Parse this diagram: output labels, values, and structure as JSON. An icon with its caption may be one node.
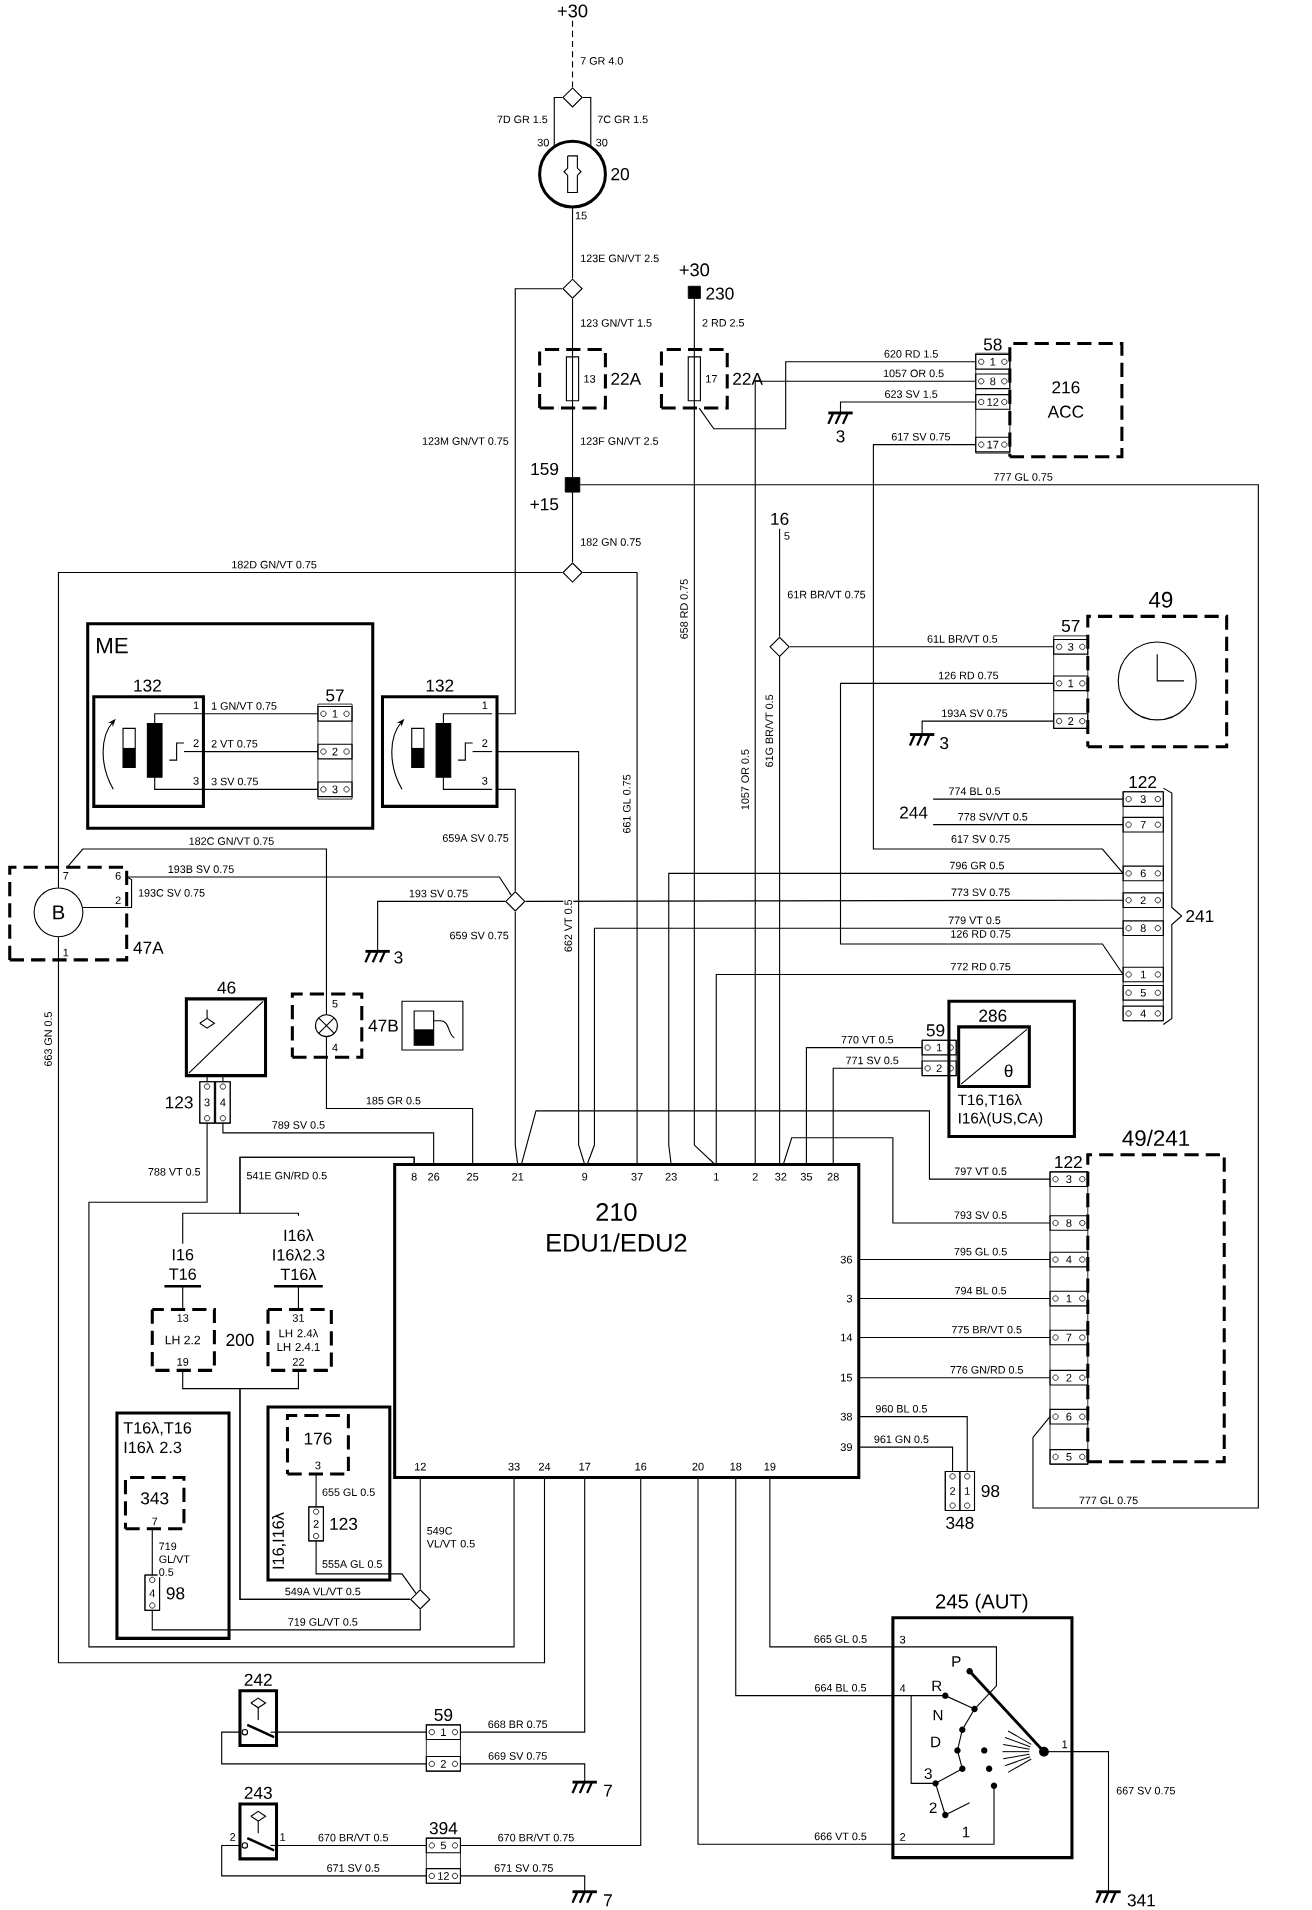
{
  "diagram": {
    "nodes": [
      {
        "text": [
          "+30"
        ]
      },
      {
        "text": [],
        "shape": "diamond"
      },
      {
        "text": [
          "20"
        ]
      },
      {
        "text": [],
        "shape": "diamond"
      },
      {
        "text": [
          "13",
          "22A"
        ]
      },
      {
        "text": [
          "+30",
          "230"
        ]
      },
      {
        "text": [
          "17",
          "22A"
        ]
      },
      {
        "text": [
          "159",
          "+15"
        ]
      },
      {
        "text": [
          "58"
        ]
      },
      {
        "text": [
          "216",
          "ACC"
        ]
      },
      {
        "text": [
          "3"
        ]
      },
      {
        "text": [],
        "shape": "diamond"
      },
      {
        "text": [
          "ME"
        ]
      },
      {
        "text": [
          "132"
        ],
        "in": 12
      },
      {
        "text": [
          "57"
        ],
        "in": 12
      },
      {
        "text": [
          "132"
        ]
      },
      {
        "text": [
          "B",
          "47A"
        ]
      },
      {
        "text": [],
        "shape": "diamond"
      },
      {
        "text": [
          "3"
        ]
      },
      {
        "text": [
          "46"
        ]
      },
      {
        "text": [
          "123"
        ]
      },
      {
        "text": [
          "47B"
        ]
      },
      {
        "text": [
          "210",
          "EDU1/EDU2"
        ]
      },
      {
        "text": [
          "16"
        ]
      },
      {
        "text": [],
        "shape": "diamond"
      },
      {
        "text": [
          "49"
        ]
      },
      {
        "text": [
          "57"
        ]
      },
      {
        "text": [
          "3"
        ]
      },
      {
        "text": [
          "244"
        ]
      },
      {
        "text": [
          "122"
        ]
      },
      {
        "text": [
          "T16,T16λ I16λ(US,CA)"
        ]
      },
      {
        "text": [
          "286",
          "θ"
        ],
        "in": 30
      },
      {
        "text": [
          "59"
        ]
      },
      {
        "text": [
          "49/241"
        ]
      },
      {
        "text": [
          "122"
        ]
      },
      {
        "text": [
          "98",
          "348"
        ]
      },
      {
        "text": [
          "I16 T16",
          "LH 2.2"
        ]
      },
      {
        "text": [
          "I16λ I16λ2.3 T16λ",
          "LH 2.4λ LH 2.4.1"
        ]
      },
      {
        "text": [
          "T16λ,T16 I16λ 2.3"
        ]
      },
      {
        "text": [
          "343"
        ],
        "in": 38
      },
      {
        "text": [
          "98"
        ],
        "in": 38
      },
      {
        "text": [
          "I16,I16λ"
        ]
      },
      {
        "text": [
          "176"
        ],
        "in": 41
      },
      {
        "text": [
          "123"
        ],
        "in": 41
      },
      {
        "text": [],
        "shape": "diamond"
      },
      {
        "text": [
          "242"
        ]
      },
      {
        "text": [
          "59"
        ]
      },
      {
        "text": [
          "7"
        ]
      },
      {
        "text": [
          "243"
        ]
      },
      {
        "text": [
          "394"
        ]
      },
      {
        "text": [
          "7"
        ]
      },
      {
        "text": [
          "245 (AUT)"
        ]
      },
      {
        "text": [
          "341"
        ]
      }
    ],
    "edges": [
      {
        "from": 0,
        "to": 1,
        "arrow": "none",
        "label": "7 GR 4.0",
        "style": "dashed"
      },
      {
        "from": 1,
        "to": 2,
        "arrow": "none",
        "label": "7D GR 1.5"
      },
      {
        "from": 1,
        "to": 2,
        "arrow": "none",
        "label": "7C GR 1.5"
      },
      {
        "from": 2,
        "to": 3,
        "arrow": "none",
        "label": "123E GN/VT 2.5"
      },
      {
        "from": 3,
        "to": 4,
        "arrow": "none",
        "label": "123 GN/VT 1.5"
      },
      {
        "from": 4,
        "to": 7,
        "arrow": "none",
        "label": "123F GN/VT 2.5"
      },
      {
        "from": 5,
        "to": 6,
        "arrow": "none",
        "label": "2 RD 2.5"
      },
      {
        "from": 6,
        "to": 8,
        "arrow": "none",
        "label": "620 RD 1.5"
      },
      {
        "from": 8,
        "to": 22,
        "arrow": "none",
        "label": "1057 OR 0.5"
      },
      {
        "from": 8,
        "to": 10,
        "arrow": "none",
        "label": "623 SV 1.5"
      },
      {
        "from": 8,
        "to": 29,
        "arrow": "none",
        "label": "617 SV 0.75"
      },
      {
        "from": 7,
        "to": 34,
        "arrow": "none",
        "label": "777 GL 0.75"
      },
      {
        "from": 7,
        "to": 11,
        "arrow": "none",
        "label": "182 GN 0.75"
      },
      {
        "from": 3,
        "to": 15,
        "arrow": "none",
        "label": "123M GN/VT 0.75"
      },
      {
        "from": 11,
        "to": 16,
        "arrow": "none",
        "label": "182D GN/VT 0.75"
      },
      {
        "from": 11,
        "to": 22,
        "arrow": "none",
        "label": "661 GL 0.75"
      },
      {
        "from": 6,
        "to": 22,
        "arrow": "none",
        "label": "658 RD 0.75"
      },
      {
        "from": 23,
        "to": 24,
        "arrow": "none",
        "label": "61R BR/VT 0.75"
      },
      {
        "from": 24,
        "to": 26,
        "arrow": "none",
        "label": "61L BR/VT 0.5"
      },
      {
        "from": 24,
        "to": 22,
        "arrow": "none",
        "label": "61G BR/VT 0.5"
      },
      {
        "from": 26,
        "to": 29,
        "arrow": "none",
        "label": "126 RD 0.75"
      },
      {
        "from": 26,
        "to": 27,
        "arrow": "none",
        "label": "193A SV 0.75"
      },
      {
        "from": 13,
        "to": 14,
        "arrow": "none",
        "label": "1 GN/VT 0.75"
      },
      {
        "from": 13,
        "to": 14,
        "arrow": "none",
        "label": "2 VT 0.75"
      },
      {
        "from": 13,
        "to": 14,
        "arrow": "none",
        "label": "3 SV 0.75"
      },
      {
        "from": 15,
        "to": 22,
        "arrow": "none",
        "label": "662 VT 0.5"
      },
      {
        "from": 15,
        "to": 17,
        "arrow": "none",
        "label": "659A SV 0.75"
      },
      {
        "from": 16,
        "to": 21,
        "arrow": "none",
        "label": "182C GN/VT 0.75"
      },
      {
        "from": 16,
        "to": 17,
        "arrow": "none",
        "label": "193B SV 0.75"
      },
      {
        "from": 16,
        "to": 16,
        "arrow": "none",
        "label": "193C SV 0.75"
      },
      {
        "from": 17,
        "to": 18,
        "arrow": "none",
        "label": "193 SV 0.75"
      },
      {
        "from": 17,
        "to": 29,
        "arrow": "none",
        "label": "773 SV 0.75"
      },
      {
        "from": 17,
        "to": 22,
        "arrow": "none",
        "label": "659 SV 0.75"
      },
      {
        "from": 16,
        "to": 22,
        "arrow": "none",
        "label": "663 GN 0.5"
      },
      {
        "from": 28,
        "to": 29,
        "arrow": "none",
        "label": "774 BL 0.5"
      },
      {
        "from": 28,
        "to": 29,
        "arrow": "none",
        "label": "778 SV/VT 0.5"
      },
      {
        "from": 29,
        "to": 22,
        "arrow": "none",
        "label": "796 GR 0.5"
      },
      {
        "from": 29,
        "to": 22,
        "arrow": "none",
        "label": "779 VT 0.5"
      },
      {
        "from": 29,
        "to": 22,
        "arrow": "none",
        "label": "772 RD 0.75"
      },
      {
        "from": 32,
        "to": 22,
        "arrow": "none",
        "label": "770 VT 0.5"
      },
      {
        "from": 32,
        "to": 22,
        "arrow": "none",
        "label": "771 SV 0.5"
      },
      {
        "from": 34,
        "to": 22,
        "arrow": "none",
        "label": "797 VT 0.5"
      },
      {
        "from": 34,
        "to": 22,
        "arrow": "none",
        "label": "793 SV 0.5"
      },
      {
        "from": 22,
        "to": 34,
        "arrow": "none",
        "label": "795 GL 0.5"
      },
      {
        "from": 22,
        "to": 34,
        "arrow": "none",
        "label": "794 BL 0.5"
      },
      {
        "from": 22,
        "to": 34,
        "arrow": "none",
        "label": "775 BR/VT 0.5"
      },
      {
        "from": 22,
        "to": 34,
        "arrow": "none",
        "label": "776 GN/RD 0.5"
      },
      {
        "from": 22,
        "to": 35,
        "arrow": "none",
        "label": "960 BL 0.5"
      },
      {
        "from": 22,
        "to": 35,
        "arrow": "none",
        "label": "961 GN 0.5"
      },
      {
        "from": 19,
        "to": 20,
        "arrow": "none"
      },
      {
        "from": 19,
        "to": 20,
        "arrow": "none"
      },
      {
        "from": 21,
        "to": 22,
        "arrow": "none",
        "label": "185 GR 0.5"
      },
      {
        "from": 20,
        "to": 22,
        "arrow": "none",
        "label": "789 SV 0.5"
      },
      {
        "from": 20,
        "to": 22,
        "arrow": "none",
        "label": "788 VT 0.5"
      },
      {
        "from": 22,
        "to": 36,
        "arrow": "none",
        "label": "541E GN/RD 0.5"
      },
      {
        "from": 22,
        "to": 37,
        "arrow": "none"
      },
      {
        "from": 36,
        "to": 44,
        "arrow": "none",
        "label": "549A VL/VT 0.5"
      },
      {
        "from": 37,
        "to": 44,
        "arrow": "none"
      },
      {
        "from": 44,
        "to": 22,
        "arrow": "none",
        "label": "549C VL/VT 0.5"
      },
      {
        "from": 42,
        "to": 43,
        "arrow": "none",
        "label": "655 GL 0.5"
      },
      {
        "from": 43,
        "to": 44,
        "arrow": "none",
        "label": "555A GL 0.5"
      },
      {
        "from": 39,
        "to": 40,
        "arrow": "none",
        "label": "719 GL/VT 0.5"
      },
      {
        "from": 44,
        "to": 40,
        "arrow": "none",
        "label": "719 GL/VT 0.5"
      },
      {
        "from": 45,
        "to": 46,
        "arrow": "none"
      },
      {
        "from": 45,
        "to": 46,
        "arrow": "none"
      },
      {
        "from": 46,
        "to": 22,
        "arrow": "none",
        "label": "668 BR 0.75"
      },
      {
        "from": 46,
        "to": 47,
        "arrow": "none",
        "label": "669 SV 0.75"
      },
      {
        "from": 48,
        "to": 49,
        "arrow": "none",
        "label": "670 BR/VT 0.5"
      },
      {
        "from": 48,
        "to": 49,
        "arrow": "none",
        "label": "671 SV 0.5"
      },
      {
        "from": 49,
        "to": 22,
        "arrow": "none",
        "label": "670 BR/VT 0.75"
      },
      {
        "from": 49,
        "to": 50,
        "arrow": "none",
        "label": "671 SV 0.75"
      },
      {
        "from": 22,
        "to": 51,
        "arrow": "none",
        "label": "665 GL 0.5"
      },
      {
        "from": 22,
        "to": 51,
        "arrow": "none",
        "label": "664 BL 0.5"
      },
      {
        "from": 22,
        "to": 51,
        "arrow": "none",
        "label": "666 VT 0.5"
      },
      {
        "from": 51,
        "to": 52,
        "arrow": "none",
        "label": "667 SV 0.75"
      }
    ],
    "labels": [
      "30",
      "30",
      "15",
      "5",
      "1",
      "8",
      "12",
      "17",
      "1",
      "2",
      "3",
      "1",
      "2",
      "3",
      "1",
      "2",
      "3",
      "3",
      "1",
      "2",
      "3",
      "7",
      "6",
      "2",
      "8",
      "1",
      "5",
      "4",
      "617 SV 0.75",
      "126 RD 0.75",
      "241",
      "7",
      "6",
      "2",
      "1",
      "1057 OR 0.5",
      "1",
      "2",
      "3",
      "4",
      "5",
      "4",
      "8",
      "26",
      "25",
      "21",
      "9",
      "37",
      "23",
      "1",
      "2",
      "32",
      "35",
      "28",
      "3",
      "8",
      "4",
      "1",
      "7",
      "2",
      "6",
      "5",
      "36",
      "3",
      "14",
      "15",
      "38",
      "39",
      "2",
      "1",
      "13",
      "19",
      "200",
      "31",
      "22",
      "3",
      "12",
      "33",
      "24",
      "17",
      "16",
      "20",
      "18",
      "19",
      "7",
      "2",
      "4",
      "1",
      "2",
      "777 GL 0.75",
      "3",
      "4",
      "2",
      "1",
      "P",
      "R",
      "N",
      "D",
      "3",
      "2",
      "1",
      "2",
      "1",
      "5",
      "12"
    ]
  }
}
